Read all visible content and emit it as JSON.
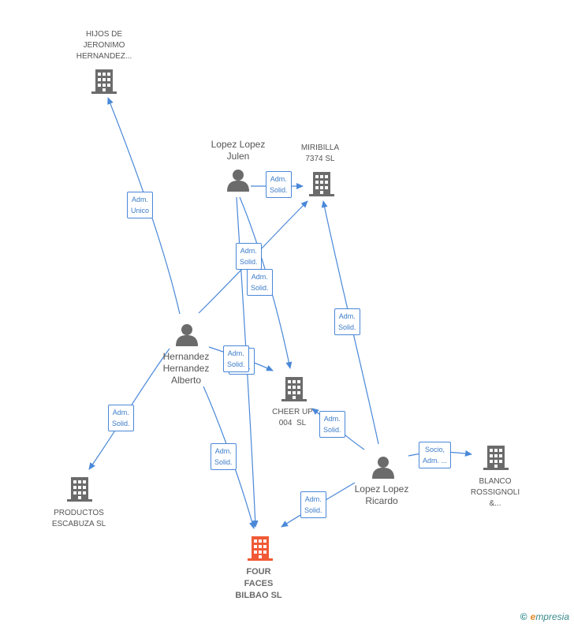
{
  "colors": {
    "edge": "#4a88d8",
    "company": "#6b6b6b",
    "main_company": "#f05a35",
    "person": "#6b6b6b"
  },
  "nodes": {
    "hijos": {
      "label": "HIJOS DE\nJERONIMO\nHERNANDEZ..."
    },
    "lopez_julen": {
      "label": "Lopez Lopez\nJulen"
    },
    "miribilla": {
      "label": "MIRIBILLA\n7374 SL"
    },
    "hernandez": {
      "label": "Hernandez\nHernandez\nAlberto"
    },
    "cheer_up": {
      "label": "CHEER UP\n004  SL"
    },
    "lopez_ricardo": {
      "label": "Lopez Lopez\nRicardo"
    },
    "blanco": {
      "label": "BLANCO\nROSSIGNOLI\n&..."
    },
    "productos": {
      "label": "PRODUCTOS\nESCABUZA SL"
    },
    "four_faces": {
      "label": "FOUR\nFACES\nBILBAO SL"
    }
  },
  "edges": {
    "e1": "Adm.\nUnico",
    "e2": "Adm.\nSolid.",
    "e3": "Adm.\nSolid.",
    "e4": "Adm.\nSolid.",
    "e5": "Adm.\nSolid.",
    "e6": "Adm.\nSolid.",
    "e7": "Adm.\nSolid.",
    "e8": "Adm.\nSolid.",
    "e9": "Adm.\nSolid.",
    "e10": "Socio,\nAdm. ...",
    "e11": "Adm.\nSolid."
  },
  "footer": {
    "copyright": "©",
    "brand_initial": "e",
    "brand_rest": "mpresia"
  }
}
